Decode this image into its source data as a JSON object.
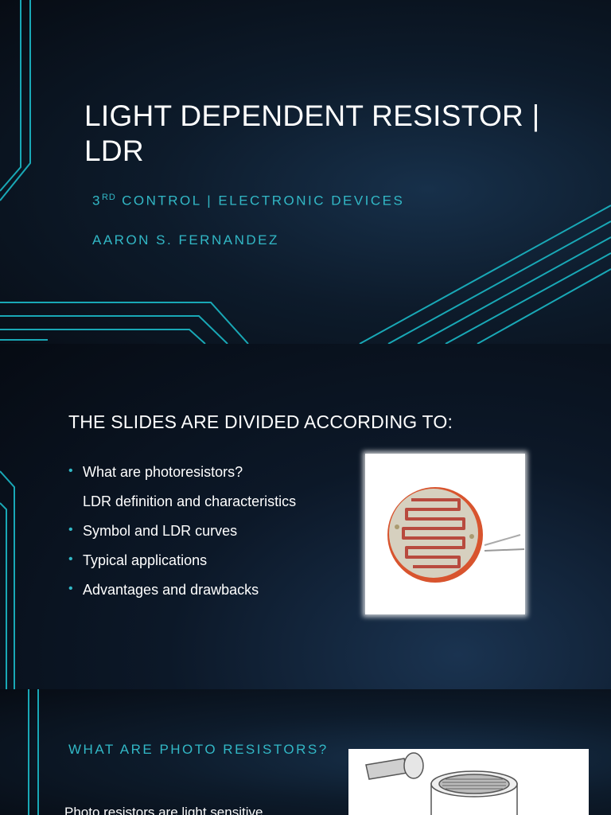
{
  "slide1": {
    "title_line1": "LIGHT DEPENDENT RESISTOR |",
    "title_line2": "LDR",
    "subtitle_ordinal": "3",
    "subtitle_sup": "RD",
    "subtitle_rest": " CONTROL | ELECTRONIC DEVICES",
    "author": "AARON S. FERNANDEZ"
  },
  "slide2": {
    "title": "THE SLIDES ARE DIVIDED ACCORDING TO:",
    "bullet_glyph": "•",
    "items": [
      {
        "text": "What are photoresistors?",
        "bullet": true
      },
      {
        "text": "LDR definition and characteristics",
        "bullet": false
      },
      {
        "text": "Symbol and LDR curves",
        "bullet": true
      },
      {
        "text": "Typical applications",
        "bullet": true
      },
      {
        "text": "Advantages and drawbacks",
        "bullet": true
      }
    ]
  },
  "slide3": {
    "title": "WHAT ARE PHOTO RESISTORS?",
    "body": "Photo resistors are light sensitive"
  },
  "colors": {
    "accent": "#32b8c6",
    "background": "#0d1b2b",
    "ldr_track": "#c9473e"
  }
}
